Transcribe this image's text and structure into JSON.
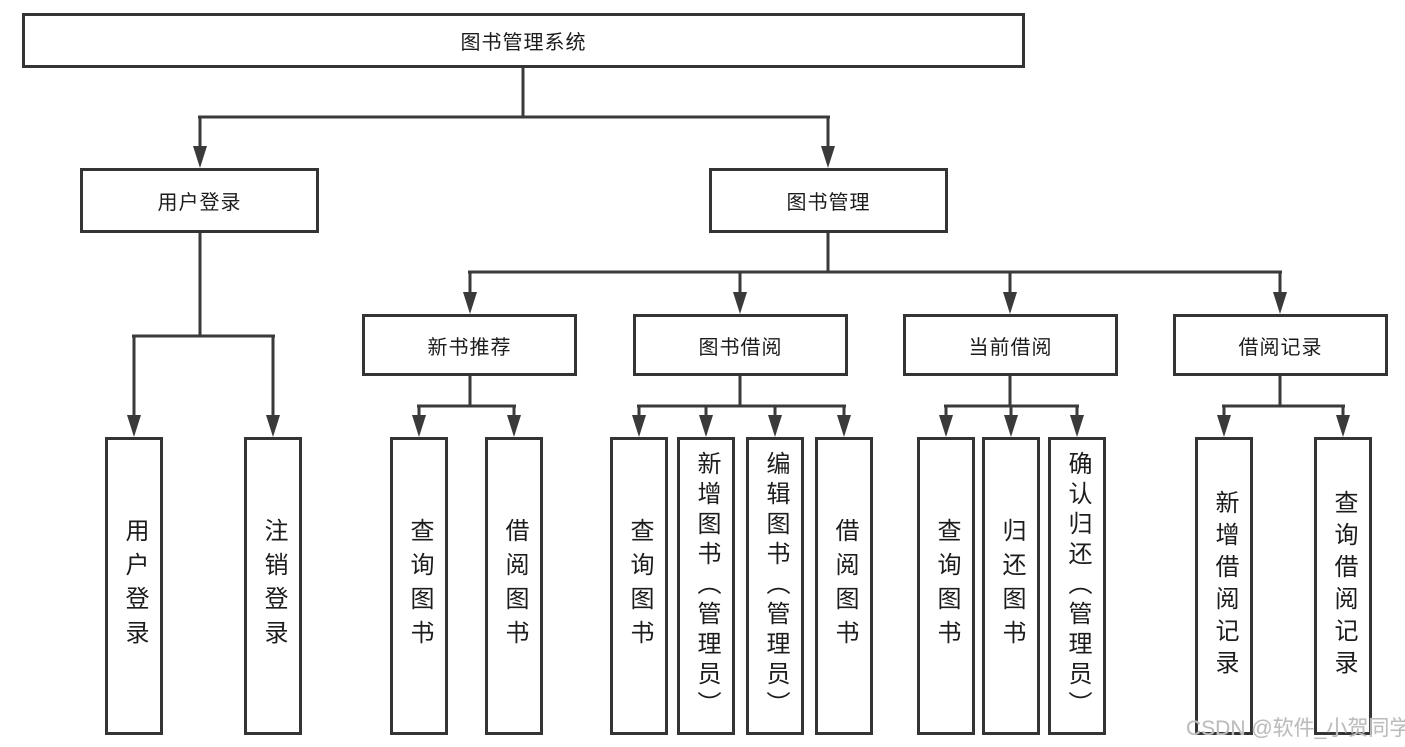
{
  "diagram": {
    "root": "图书管理系统",
    "level2": {
      "user_login": "用户登录",
      "book_mgmt": "图书管理"
    },
    "level3": {
      "new_books": "新书推荐",
      "borrowing": "图书借阅",
      "current": "当前借阅",
      "records": "借阅记录"
    },
    "leaves": {
      "user_login": [
        "用户登录",
        "注销登录"
      ],
      "new_books": [
        "查询图书",
        "借阅图书"
      ],
      "borrowing": [
        "查询图书",
        "新增图书（管理员）",
        "编辑图书（管理员）",
        "借阅图书"
      ],
      "current": [
        "查询图书",
        "归还图书",
        "确认归还（管理员）"
      ],
      "records": [
        "新增借阅记录",
        "查询借阅记录"
      ]
    }
  },
  "watermark": "CSDN @软件_小贺同学",
  "colors": {
    "line": "#3a3a3a",
    "text": "#1c1c1c",
    "watermark": "#bcbcbc"
  }
}
